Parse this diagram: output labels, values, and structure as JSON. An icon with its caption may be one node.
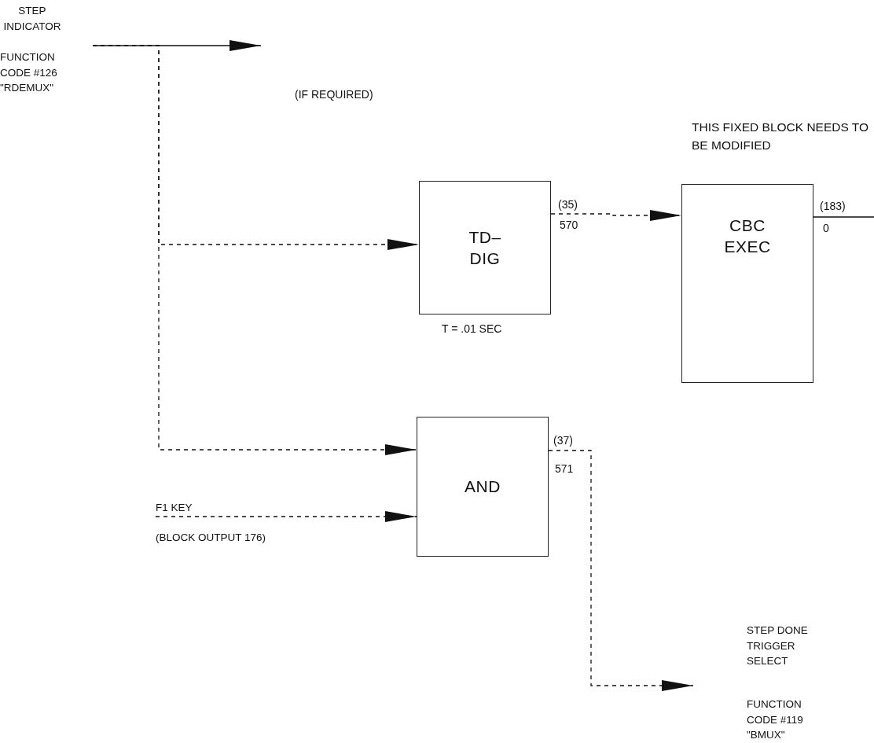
{
  "diagram": {
    "nodes": [
      {
        "text": [
          "STEP INDICATOR",
          "FUNCTION CODE #126 \"RDEMUX\""
        ]
      },
      {
        "text": [
          "TD–DIG"
        ],
        "beside": [
          "T = .01 SEC"
        ]
      },
      {
        "text": [
          "CBC EXEC"
        ]
      },
      {
        "text": [
          "AND"
        ]
      },
      {
        "text": [
          "F1 KEY",
          "(BLOCK OUTPUT 176)"
        ]
      },
      {
        "text": [
          "STEP DONE TRIGGER SELECT",
          "FUNCTION CODE #119 \"BMUX\""
        ]
      }
    ],
    "edges": [
      {
        "from": 0,
        "to": null,
        "arrow": "to"
      },
      {
        "from": 0,
        "to": 1,
        "arrow": "to",
        "style": "dashed"
      },
      {
        "from": 0,
        "to": 3,
        "arrow": "to",
        "style": "dashed"
      },
      {
        "from": 1,
        "to": 2,
        "arrow": "to",
        "style": "dashed"
      },
      {
        "from": 2,
        "to": null,
        "arrow": "none"
      },
      {
        "from": 4,
        "to": 3,
        "arrow": "to",
        "style": "dashed"
      },
      {
        "from": 3,
        "to": 5,
        "arrow": "to",
        "style": "dashed"
      }
    ],
    "labels": [
      "(IF REQUIRED)",
      "THIS FIXED BLOCK NEEDS TO BE MODIFIED",
      "(35)",
      "570",
      "(183)",
      "0",
      "(37)",
      "571"
    ]
  }
}
